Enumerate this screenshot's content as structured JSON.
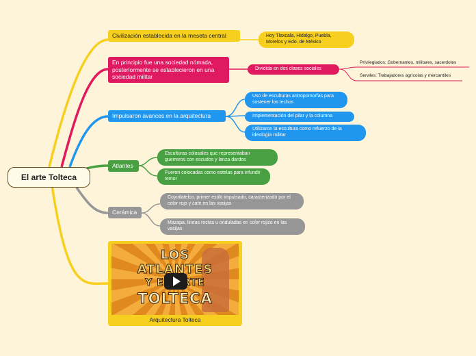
{
  "root": {
    "label": "El arte Tolteca"
  },
  "branches": {
    "civilizacion": {
      "label": "Civilización establecida en la meseta central",
      "child": "Hoy Tlaxcala, Hidalgo, Puebla, Morelos y Edo. de México"
    },
    "nomada": {
      "label": "En principio fue una sociedad nómada, posteriormente se establecieron en una sociedad militar",
      "child": "Dividida en dos clases sociales",
      "grandchildren": [
        "Privilegiados: Gobernantes, militares, sacerdotes",
        "Serviles: Trabajadores agrícolas y mercantiles"
      ]
    },
    "arquitectura": {
      "label": "Impulsaron avances en la arquitectura",
      "children": [
        "Uso de esculturas antropomorfas para sostener los techos",
        "Implementación del pilar y la columna",
        "Utilizaron la escultura como refuerzo de la ideología militar"
      ]
    },
    "atlantes": {
      "label": "Atlantes",
      "children": [
        "Esculturas colosales que representaban guerreros con escudos y lanza dardos",
        "Fueron colocadas como estelas para infundir temor"
      ]
    },
    "ceramica": {
      "label": "Cerámica",
      "children": [
        "Coyotlatelco, primer estilo impulsado, caracterizado por el color rojo y cafe en las vasijas",
        "Mazapa, lineas rectas u onduladas en color rojizo en las vasijas"
      ]
    },
    "video": {
      "thumbnail_text": [
        "LOS",
        "ATLANTES",
        "Y EL ARTE",
        "TOLTECA"
      ],
      "caption": "Arquitectura Tolteca"
    }
  },
  "colors": {
    "yellow": "#f6cf1f",
    "red": "#e01a5f",
    "blue": "#2196ee",
    "green": "#49a042",
    "gray": "#979797",
    "background": "#fdf4d9"
  }
}
